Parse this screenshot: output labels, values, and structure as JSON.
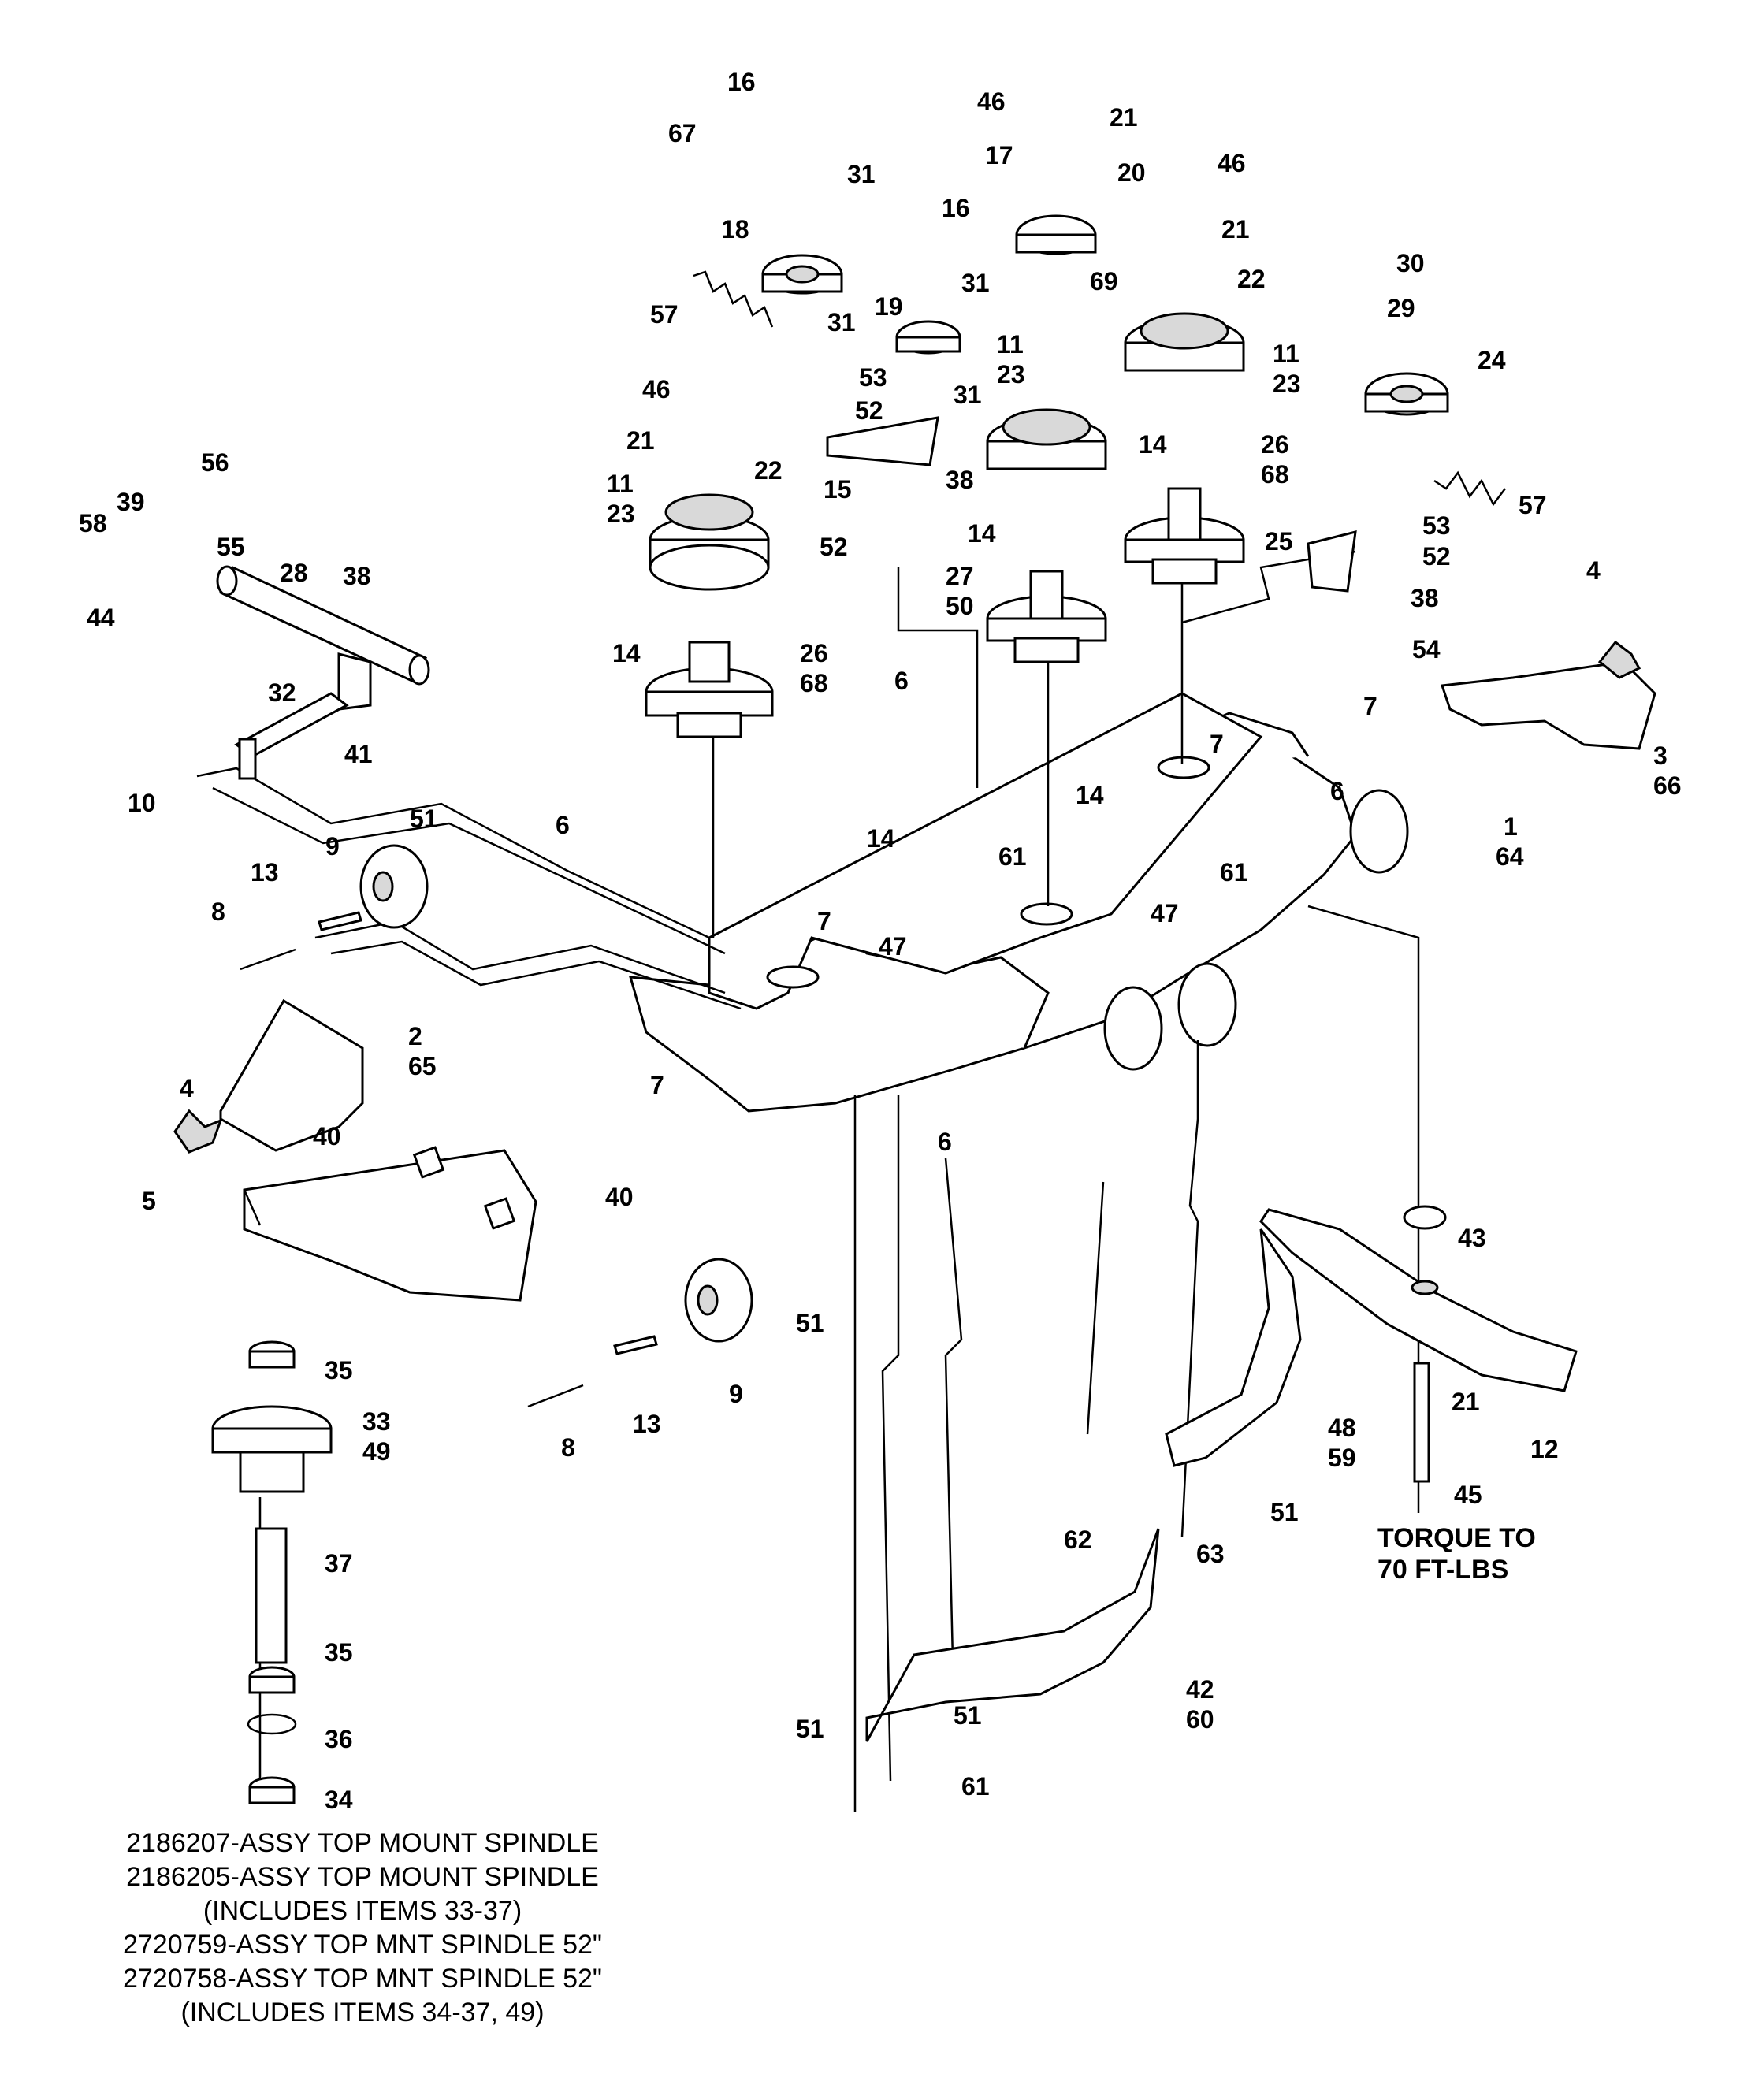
{
  "callouts": [
    {
      "label": "16"
    },
    {
      "label": "67"
    },
    {
      "label": "31"
    },
    {
      "label": "18"
    },
    {
      "label": "31"
    },
    {
      "label": "57"
    },
    {
      "label": "16"
    },
    {
      "label": "31"
    },
    {
      "label": "19"
    },
    {
      "label": "53"
    },
    {
      "label": "52"
    },
    {
      "label": "31"
    },
    {
      "label": "15"
    },
    {
      "label": "38"
    },
    {
      "label": "52"
    },
    {
      "label": "46"
    },
    {
      "label": "21"
    },
    {
      "label": "17"
    },
    {
      "label": "20"
    },
    {
      "label": "69"
    },
    {
      "label": "46"
    },
    {
      "label": "21"
    },
    {
      "label": "22"
    },
    {
      "label": "11"
    },
    {
      "label": "23"
    },
    {
      "label": "11"
    },
    {
      "label": "23"
    },
    {
      "label": "30"
    },
    {
      "label": "29"
    },
    {
      "label": "24"
    },
    {
      "label": "46"
    },
    {
      "label": "21"
    },
    {
      "label": "22"
    },
    {
      "label": "11"
    },
    {
      "label": "23"
    },
    {
      "label": "14"
    },
    {
      "label": "26"
    },
    {
      "label": "68"
    },
    {
      "label": "57"
    },
    {
      "label": "53"
    },
    {
      "label": "52"
    },
    {
      "label": "25"
    },
    {
      "label": "38"
    },
    {
      "label": "14"
    },
    {
      "label": "27"
    },
    {
      "label": "50"
    },
    {
      "label": "6"
    },
    {
      "label": "14"
    },
    {
      "label": "26"
    },
    {
      "label": "68"
    },
    {
      "label": "56"
    },
    {
      "label": "39"
    },
    {
      "label": "58"
    },
    {
      "label": "55"
    },
    {
      "label": "44"
    },
    {
      "label": "28"
    },
    {
      "label": "38"
    },
    {
      "label": "32"
    },
    {
      "label": "41"
    },
    {
      "label": "10"
    },
    {
      "label": "54"
    },
    {
      "label": "7"
    },
    {
      "label": "4"
    },
    {
      "label": "3"
    },
    {
      "label": "66"
    },
    {
      "label": "7"
    },
    {
      "label": "6"
    },
    {
      "label": "1"
    },
    {
      "label": "64"
    },
    {
      "label": "14"
    },
    {
      "label": "61"
    },
    {
      "label": "47"
    },
    {
      "label": "51"
    },
    {
      "label": "6"
    },
    {
      "label": "14"
    },
    {
      "label": "9"
    },
    {
      "label": "13"
    },
    {
      "label": "61"
    },
    {
      "label": "7"
    },
    {
      "label": "8"
    },
    {
      "label": "47"
    },
    {
      "label": "2"
    },
    {
      "label": "65"
    },
    {
      "label": "4"
    },
    {
      "label": "7"
    },
    {
      "label": "40"
    },
    {
      "label": "6"
    },
    {
      "label": "5"
    },
    {
      "label": "40"
    },
    {
      "label": "43"
    },
    {
      "label": "51"
    },
    {
      "label": "35"
    },
    {
      "label": "33"
    },
    {
      "label": "49"
    },
    {
      "label": "8"
    },
    {
      "label": "13"
    },
    {
      "label": "9"
    },
    {
      "label": "21"
    },
    {
      "label": "12"
    },
    {
      "label": "48"
    },
    {
      "label": "59"
    },
    {
      "label": "45"
    },
    {
      "label": "51"
    },
    {
      "label": "62"
    },
    {
      "label": "63"
    },
    {
      "label": "37"
    },
    {
      "label": "35"
    },
    {
      "label": "42"
    },
    {
      "label": "60"
    },
    {
      "label": "51"
    },
    {
      "label": "51"
    },
    {
      "label": "36"
    },
    {
      "label": "61"
    },
    {
      "label": "34"
    }
  ],
  "torque_note": {
    "line1": "TORQUE TO",
    "line2": "70 FT-LBS"
  },
  "spindle_notes": [
    "2186207-ASSY TOP MOUNT SPINDLE",
    "2186205-ASSY TOP MOUNT SPINDLE",
    "(INCLUDES ITEMS 33-37)",
    "2720759-ASSY TOP MNT SPINDLE 52\"",
    "2720758-ASSY TOP MNT SPINDLE 52\"",
    "(INCLUDES ITEMS 34-37, 49)"
  ]
}
